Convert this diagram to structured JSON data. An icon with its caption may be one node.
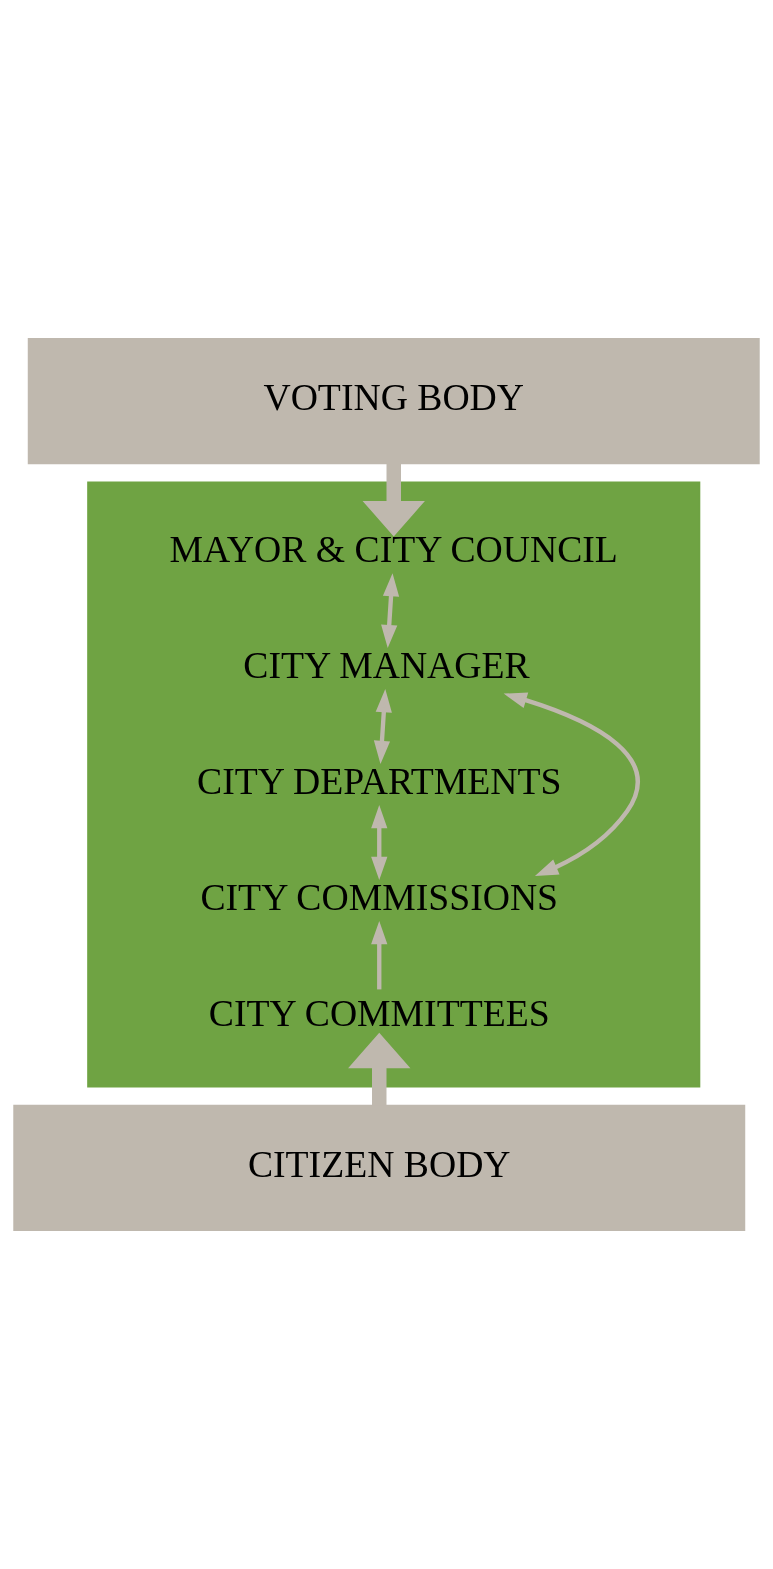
{
  "diagram": {
    "nodes": [
      {
        "text": [
          "VOTING BODY"
        ]
      },
      {
        "text": [],
        "shape": "box"
      },
      {
        "text": [
          "MAYOR & CITY COUNCIL"
        ],
        "in": 1
      },
      {
        "text": [
          "CITY MANAGER"
        ],
        "in": 1
      },
      {
        "text": [
          "CITY DEPARTMENTS"
        ],
        "in": 1
      },
      {
        "text": [
          "CITY COMMISSIONS"
        ],
        "in": 1
      },
      {
        "text": [
          "CITY COMMITTEES"
        ],
        "in": 1
      },
      {
        "text": [
          "CITIZEN BODY"
        ]
      }
    ],
    "edges": [
      {
        "from": 0,
        "to": 2,
        "arrow": "to",
        "style": "thick"
      },
      {
        "from": 2,
        "to": 3,
        "arrow": "both"
      },
      {
        "from": 3,
        "to": 4,
        "arrow": "both"
      },
      {
        "from": 4,
        "to": 5,
        "arrow": "both"
      },
      {
        "from": 6,
        "to": 5,
        "arrow": "to"
      },
      {
        "from": 7,
        "to": 6,
        "arrow": "to",
        "style": "thick"
      },
      {
        "from": 3,
        "to": 5,
        "arrow": "both"
      }
    ]
  }
}
